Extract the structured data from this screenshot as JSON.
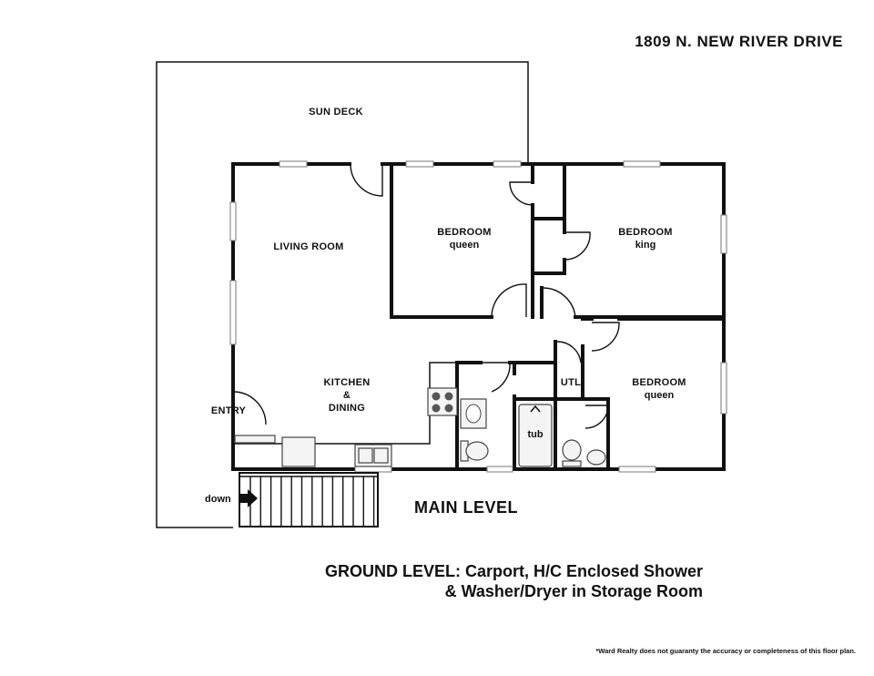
{
  "address": "1809 N. NEW RIVER DRIVE",
  "rooms": {
    "sun_deck": "SUN DECK",
    "living_room": "LIVING ROOM",
    "bedroom1": {
      "name": "BEDROOM",
      "bed": "queen"
    },
    "bedroom2": {
      "name": "BEDROOM",
      "bed": "king"
    },
    "bedroom3": {
      "name": "BEDROOM",
      "bed": "queen"
    },
    "kitchen_line1": "KITCHEN",
    "kitchen_line2": "&",
    "kitchen_line3": "DINING",
    "entry": "ENTRY",
    "utl": "UTL",
    "tub": "tub"
  },
  "stairs_label": "down",
  "level_title": "MAIN LEVEL",
  "ground_note": {
    "line1": "GROUND LEVEL: Carport, H/C Enclosed Shower",
    "line2": "& Washer/Dryer in Storage Room"
  },
  "disclaimer": "*Ward Realty does not guaranty the accuracy or completeness of this floor plan."
}
